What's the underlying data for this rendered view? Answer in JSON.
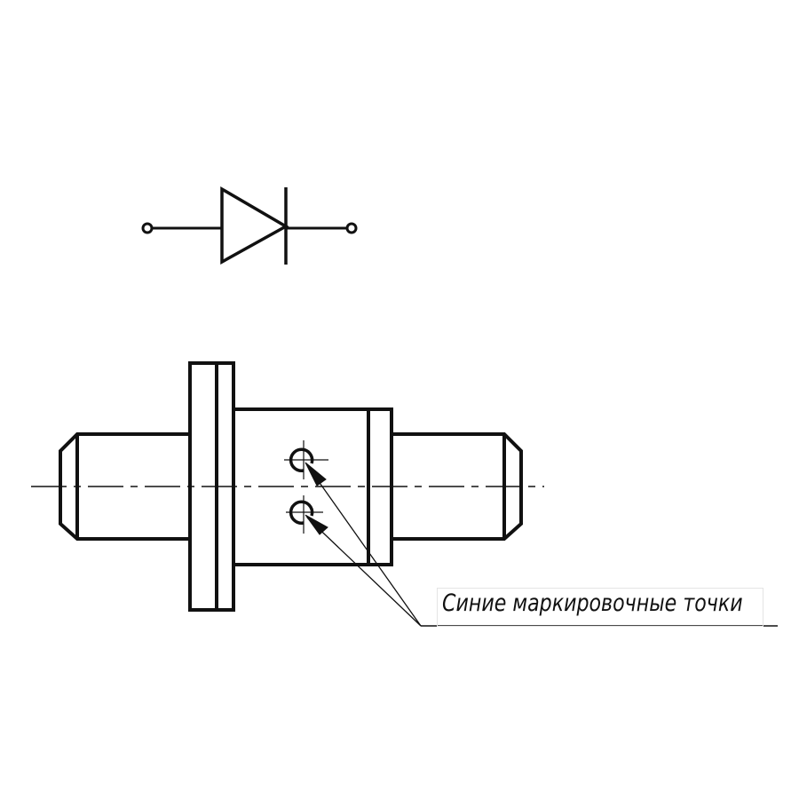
{
  "diagram": {
    "symbol": "diode-symbol",
    "part": "diode-package-side-view",
    "callout_label": "Синие маркировочные точки",
    "colors": {
      "stroke": "#111111",
      "background": "#ffffff"
    }
  }
}
